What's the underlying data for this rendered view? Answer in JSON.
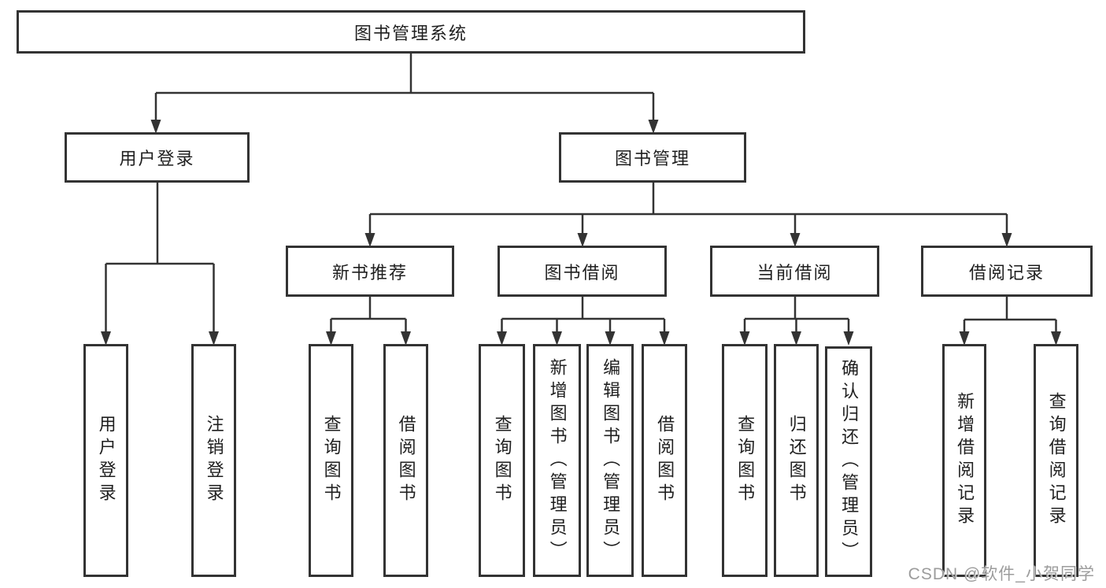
{
  "diagram_type": "functional-structure-tree",
  "colors": {
    "background": "#ffffff",
    "box_border": "#333333",
    "connector": "#333333",
    "text": "#1f1f1f",
    "watermark_text": "#9c9c9c"
  },
  "tree": {
    "label": "图书管理系统",
    "children": [
      {
        "label": "用户登录",
        "children": [
          {
            "label": "用户登录"
          },
          {
            "label": "注销登录"
          }
        ]
      },
      {
        "label": "图书管理",
        "children": [
          {
            "label": "新书推荐",
            "children": [
              {
                "label": "查询图书"
              },
              {
                "label": "借阅图书"
              }
            ]
          },
          {
            "label": "图书借阅",
            "children": [
              {
                "label": "查询图书"
              },
              {
                "label": "新增图书（管理员）"
              },
              {
                "label": "编辑图书（管理员）"
              },
              {
                "label": "借阅图书"
              }
            ]
          },
          {
            "label": "当前借阅",
            "children": [
              {
                "label": "查询图书"
              },
              {
                "label": "归还图书"
              },
              {
                "label": "确认归还（管理员）"
              }
            ]
          },
          {
            "label": "借阅记录",
            "children": [
              {
                "label": "新增借阅记录"
              },
              {
                "label": "查询借阅记录"
              }
            ]
          }
        ]
      }
    ]
  },
  "watermark": {
    "text": "CSDN @软件_小贺同学"
  }
}
